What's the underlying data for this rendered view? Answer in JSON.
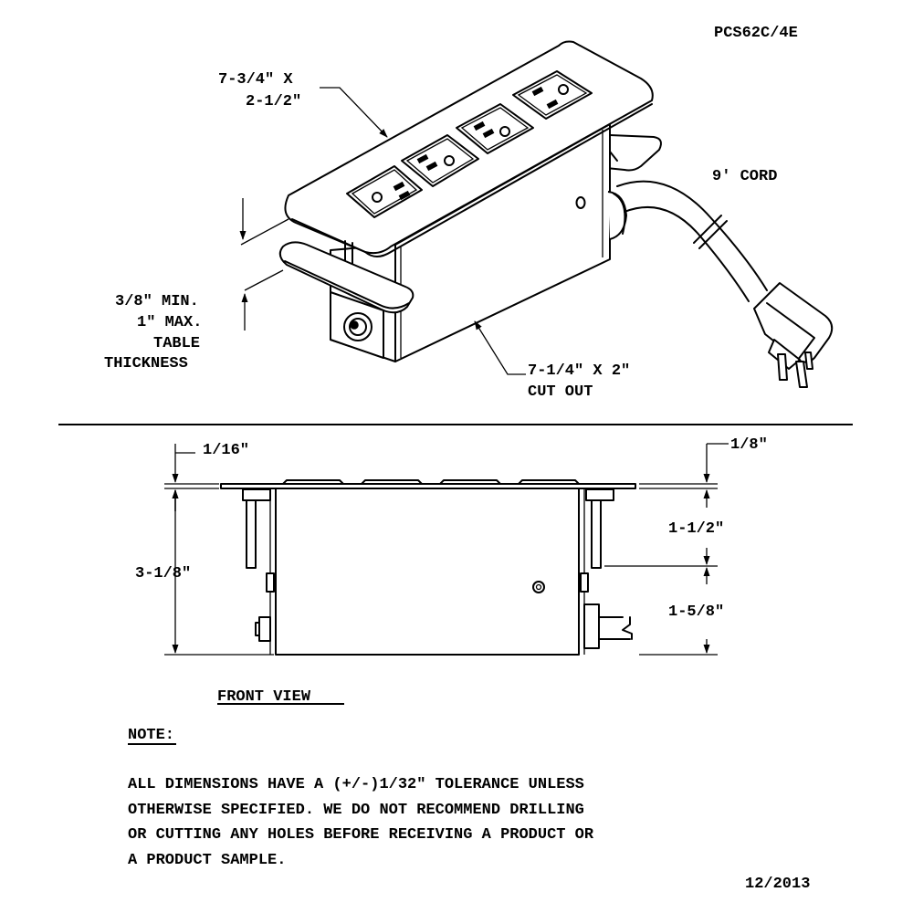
{
  "drawing": {
    "part_number": "PCS62C/4E",
    "date": "12/2013"
  },
  "iso_view": {
    "top_plate_dim_line1": "7-3/4\" X",
    "top_plate_dim_line2": "2-1/2\"",
    "cord_label": "9' CORD",
    "table_thickness_line1": "3/8\" MIN.",
    "table_thickness_line2": "1\" MAX.",
    "table_thickness_line3": "TABLE",
    "table_thickness_line4": "THICKNESS",
    "cutout_line1": "7-1/4\" X 2\"",
    "cutout_line2": "CUT OUT"
  },
  "front_view": {
    "title": "FRONT VIEW",
    "dim_plate_thickness": "1/16\"",
    "dim_overall_height": "3-1/8\"",
    "dim_top_offset": "1/8\"",
    "dim_upper": "1-1/2\"",
    "dim_lower": "1-5/8\""
  },
  "note": {
    "heading": "NOTE:",
    "lines": [
      "ALL DIMENSIONS HAVE A (+/-)1/32\" TOLERANCE UNLESS",
      "OTHERWISE SPECIFIED. WE DO NOT RECOMMEND DRILLING",
      "OR CUTTING ANY HOLES BEFORE RECEIVING A PRODUCT OR",
      "A PRODUCT SAMPLE."
    ]
  }
}
